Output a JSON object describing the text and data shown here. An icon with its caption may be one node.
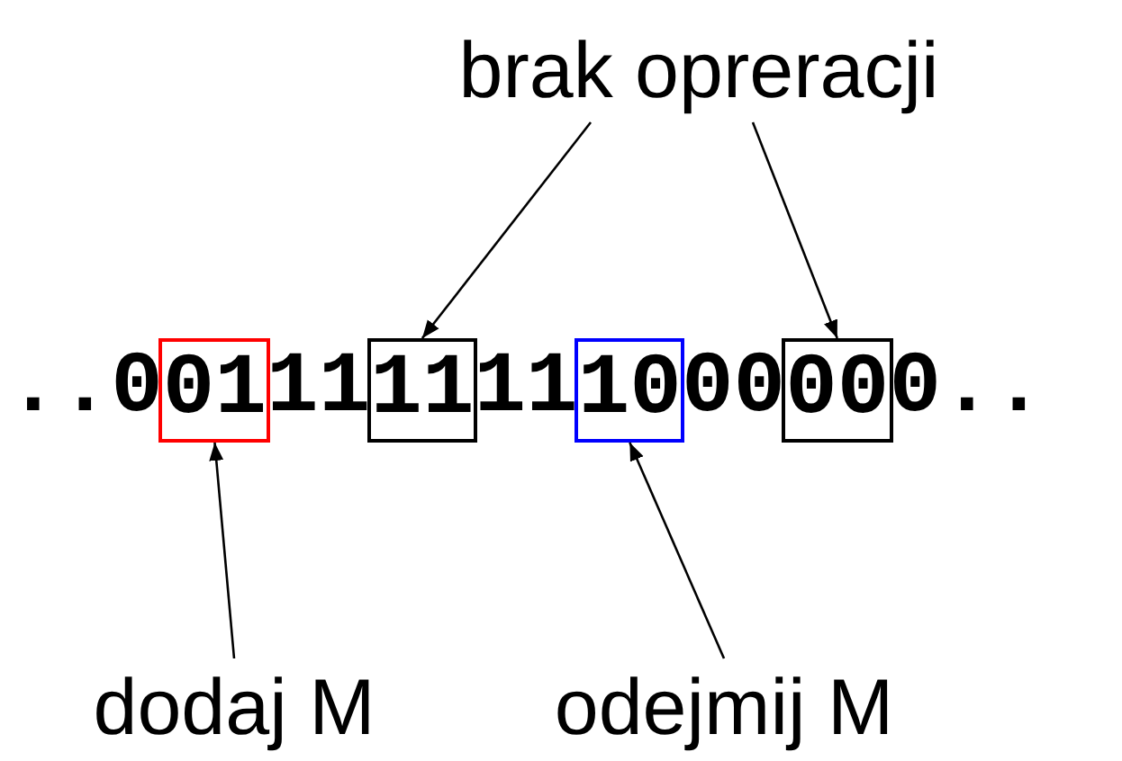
{
  "diagram": {
    "nodes": [
      {
        "text": [
          "brak opreracji"
        ]
      },
      {
        "text": [
          "01"
        ]
      },
      {
        "text": [
          "11"
        ]
      },
      {
        "text": [
          "10"
        ]
      },
      {
        "text": [
          "00"
        ]
      },
      {
        "text": [
          "dodaj M"
        ]
      },
      {
        "text": [
          "odejmij M"
        ]
      }
    ],
    "edges": [
      {
        "from": 0,
        "to": 2,
        "arrow": "to"
      },
      {
        "from": 0,
        "to": 4,
        "arrow": "to"
      },
      {
        "from": 5,
        "to": 1,
        "arrow": "to"
      },
      {
        "from": 6,
        "to": 3,
        "arrow": "to"
      }
    ],
    "labels": [
      "..0",
      "11",
      "11",
      "00",
      "0.."
    ]
  }
}
